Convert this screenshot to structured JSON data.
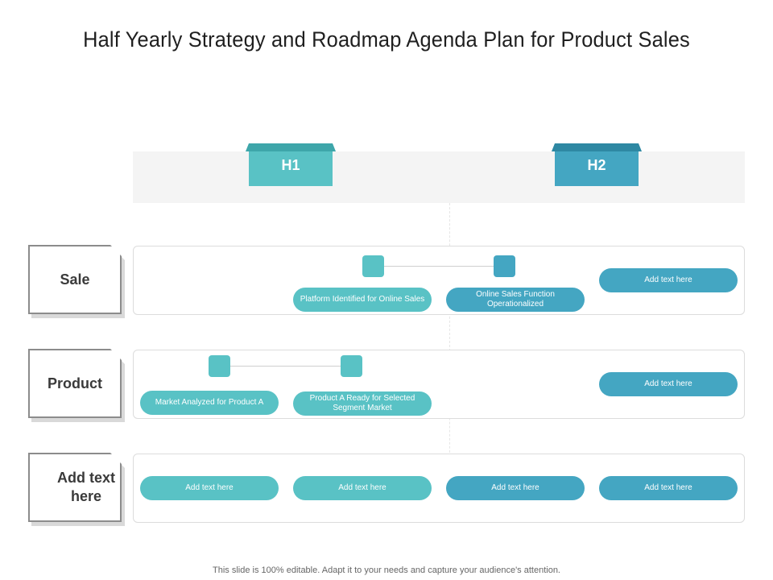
{
  "title": "Half Yearly Strategy and Roadmap Agenda Plan for Product Sales",
  "halves": [
    {
      "label": "H1",
      "color": "#59c2c5"
    },
    {
      "label": "H2",
      "color": "#44a6c2"
    }
  ],
  "rows": [
    {
      "label": "Sale",
      "milestones": [
        {
          "text": "Platform Identified for Online Sales"
        },
        {
          "text": "Online Sales Function Operationalized"
        },
        {
          "text": "Add text here"
        }
      ]
    },
    {
      "label": "Product",
      "milestones": [
        {
          "text": "Market Analyzed for Product A"
        },
        {
          "text": "Product A Ready for Selected Segment Market"
        },
        {
          "text": "Add text here"
        }
      ]
    },
    {
      "label": "Add text here",
      "milestones": [
        {
          "text": "Add text here"
        },
        {
          "text": "Add text here"
        },
        {
          "text": "Add text here"
        },
        {
          "text": "Add text here"
        }
      ]
    }
  ],
  "footer": "This slide is 100% editable. Adapt it to your needs and capture your audience's attention."
}
